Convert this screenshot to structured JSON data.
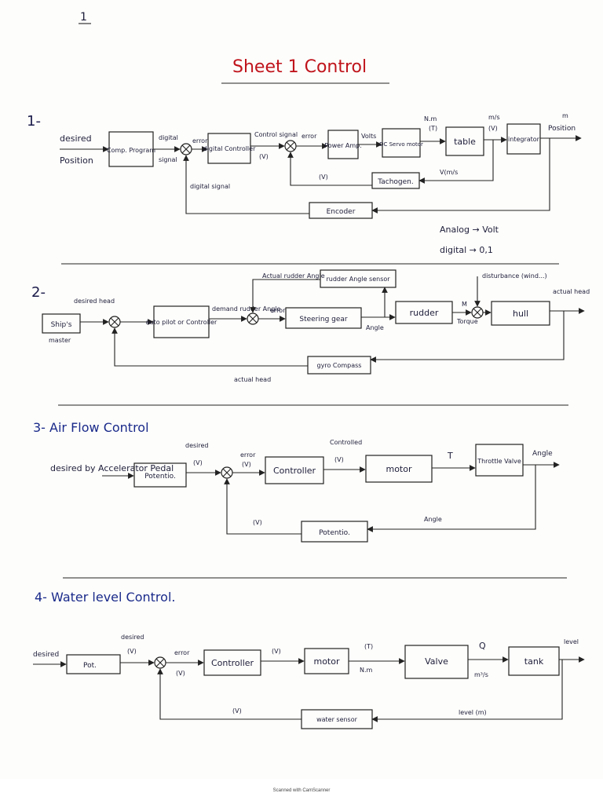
{
  "top_mark": "1",
  "title": "Sheet 1 Control",
  "d1": {
    "number": "1-",
    "input_desired": "desired",
    "input_position": "Position",
    "comp_box": "Comp. Program",
    "digital_signal_top": "digital",
    "digital_signal_bottom": "signal",
    "error": "error",
    "controller_box": "digital Controller",
    "control_signal": "Control signal",
    "control_unit": "(V)",
    "error2": "error",
    "amp_box": "Power Amp.",
    "volts": "Volts",
    "motor_box": "DC Servo motor",
    "torque_unit": "N.m",
    "torque_sym": "(T)",
    "table_box": "table",
    "vel_unit": "m/s",
    "vel_sym": "(V)",
    "integrator_box": "integrator",
    "pos_unit": "m",
    "output": "Position",
    "tacho_box": "Tachogen.",
    "tacho_in": "V(m/s",
    "tacho_out": "(V)",
    "fb_digital": "digital signal",
    "encoder_box": "Encoder",
    "note1": "Analog → Volt",
    "note2": "digital → 0,1"
  },
  "d2": {
    "number": "2-",
    "master_box": "Ship's",
    "master_label": "master",
    "desired_head": "desired head",
    "autopilot_box": "auto pilot or Controller",
    "demand": "demand rudder Angle",
    "actual_rudder": "Actual rudder Angle",
    "error": "error",
    "sensor_box": "rudder Angle sensor",
    "steering_box": "Steering gear",
    "angle": "Angle",
    "rudder_box": "rudder",
    "m_sym": "M",
    "torque": "Torque",
    "disturbance": "disturbance (wind...)",
    "hull_box": "hull",
    "output": "actual head",
    "gyro_box": "gyro Compass",
    "fb_label": "actual head"
  },
  "d3": {
    "title": "3- Air Flow Control",
    "input": "desired by Accelerator Pedal",
    "pot_box": "Potentio.",
    "desired": "desired",
    "desired_unit": "(V)",
    "error": "error",
    "error_unit": "(V)",
    "controller_box": "Controller",
    "controlled": "Controlled",
    "controlled_unit": "(V)",
    "motor_box": "motor",
    "t_sym": "T",
    "valve_box": "Throttle Valve",
    "output": "Angle",
    "fb_unit": "(V)",
    "fb_angle": "Angle",
    "fb_box": "Potentio."
  },
  "d4": {
    "title": "4- Water level Control.",
    "input": "desired",
    "pot_box": "Pot.",
    "desired": "desired",
    "desired_unit": "(V)",
    "error": "error",
    "error_unit": "(V)",
    "controller_box": "Controller",
    "v_unit": "(V)",
    "motor_box": "motor",
    "t_sym": "(T)",
    "nm": "N.m",
    "valve_box": "Valve",
    "q_sym": "Q",
    "flow_unit": "m³/s",
    "tank_box": "tank",
    "output": "level",
    "fb_unit": "(V)",
    "sensor_box": "water sensor",
    "fb_level": "level (m)"
  },
  "footer": "Scanned with CamScanner"
}
